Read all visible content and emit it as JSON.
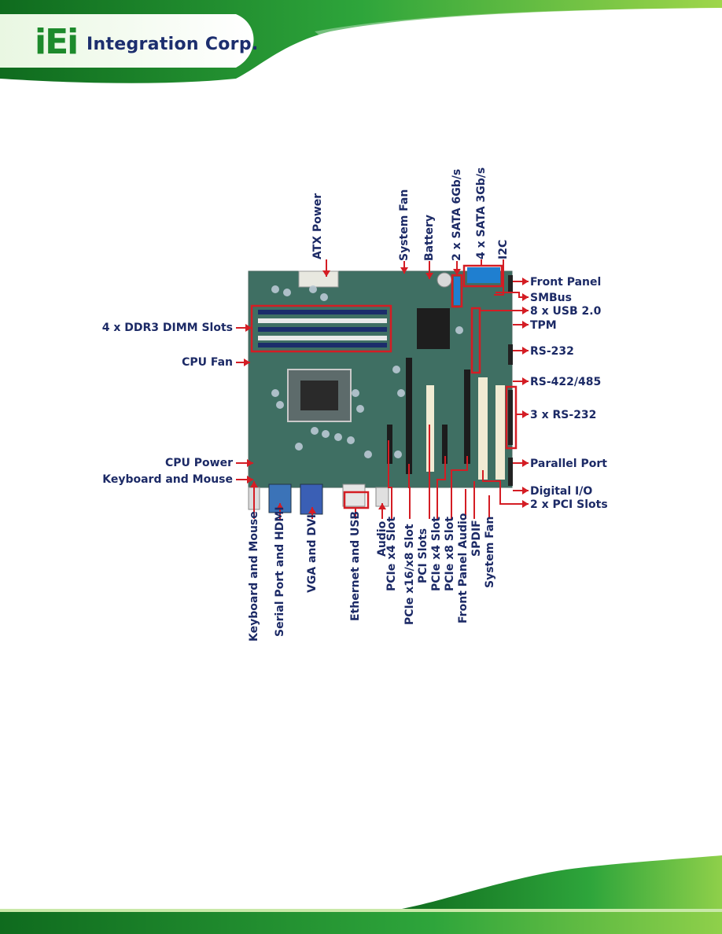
{
  "header": {
    "brand_mark": "iEi",
    "brand_name": "Integration Corp."
  },
  "colors": {
    "label_text": "#1c2a66",
    "callout_red": "#d41d24",
    "board_green": "#3f6f63",
    "banner_green": "#2ca33a"
  },
  "labels": {
    "atx_power": "ATX Power",
    "system_fan_top": "System Fan",
    "battery": "Battery",
    "sata_6gb": "2 x SATA 6Gb/s",
    "sata_3gb": "4 x SATA 3Gb/s",
    "i2c": "I2C",
    "front_panel": "Front Panel",
    "smbus": "SMBus",
    "usb20": "8 x USB 2.0",
    "tpm": "TPM",
    "rs232": "RS-232",
    "rs422_485": "RS-422/485",
    "rs232_x3": "3 x RS-232",
    "parallel_port": "Parallel Port",
    "digital_io": "Digital I/O",
    "pci_slots_x2": "2 x PCI Slots",
    "ddr3_dimm": "4 x DDR3 DIMM Slots",
    "cpu_fan": "CPU Fan",
    "cpu_power": "CPU Power",
    "keyboard_mouse_left": "Keyboard and Mouse",
    "keyboard_mouse_bottom": "Keyboard and Mouse",
    "serial_hdmi": "Serial Port and HDMI",
    "vga_dvi": "VGA and DVI",
    "ethernet_usb": "Ethernet and USB",
    "audio": "Audio",
    "pcie_x4_a": "PCIe x4 Slot",
    "pcie_x16_x8": "PCIe x16/x8 Slot",
    "pci_slots": "PCI Slots",
    "pcie_x4_b": "PCIe x4 Slot",
    "pcie_x8": "PCIe x8 Slot",
    "front_panel_audio": "Front Panel Audio",
    "spdif": "SPDIF",
    "system_fan_bottom": "System Fan"
  }
}
